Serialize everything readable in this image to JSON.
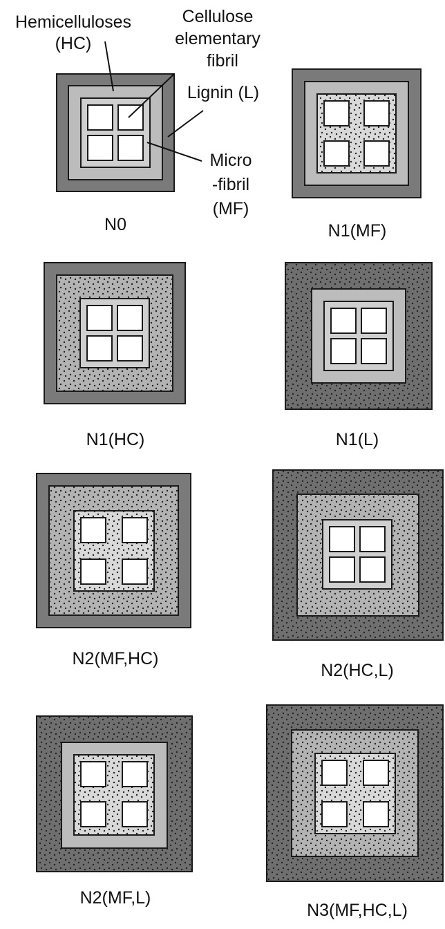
{
  "legend": {
    "hemicelluloses": "Hemicelluloses",
    "hc_abbr": "(HC)",
    "cellulose_l1": "Cellulose",
    "cellulose_l2": "elementary",
    "cellulose_l3": "fibril",
    "lignin": "Lignin (L)",
    "micro_l1": "Micro",
    "micro_l2": "-fibril",
    "micro_l3": "(MF)"
  },
  "captions": {
    "n0": "N0",
    "n1_mf": "N1(MF)",
    "n1_hc": "N1(HC)",
    "n1_l": "N1(L)",
    "n2_mf_hc": "N2(MF,HC)",
    "n2_hc_l": "N2(HC,L)",
    "n2_mf_l": "N2(MF,L)",
    "n3": "N3(MF,HC,L)"
  },
  "colors": {
    "lignin": "#7a7a7a",
    "lignin_nano": "#6f6f6f",
    "hemicellulose": "#bcbcbc",
    "hemicellulose_nano": "#b3b3b3",
    "microfibril": "#cfcfcf",
    "microfibril_nano": "#d9d9d9",
    "fibril": "#ffffff",
    "stroke": "#1a1a1a"
  },
  "icons": {
    "nano_texture": "dotted-pattern-icon"
  }
}
